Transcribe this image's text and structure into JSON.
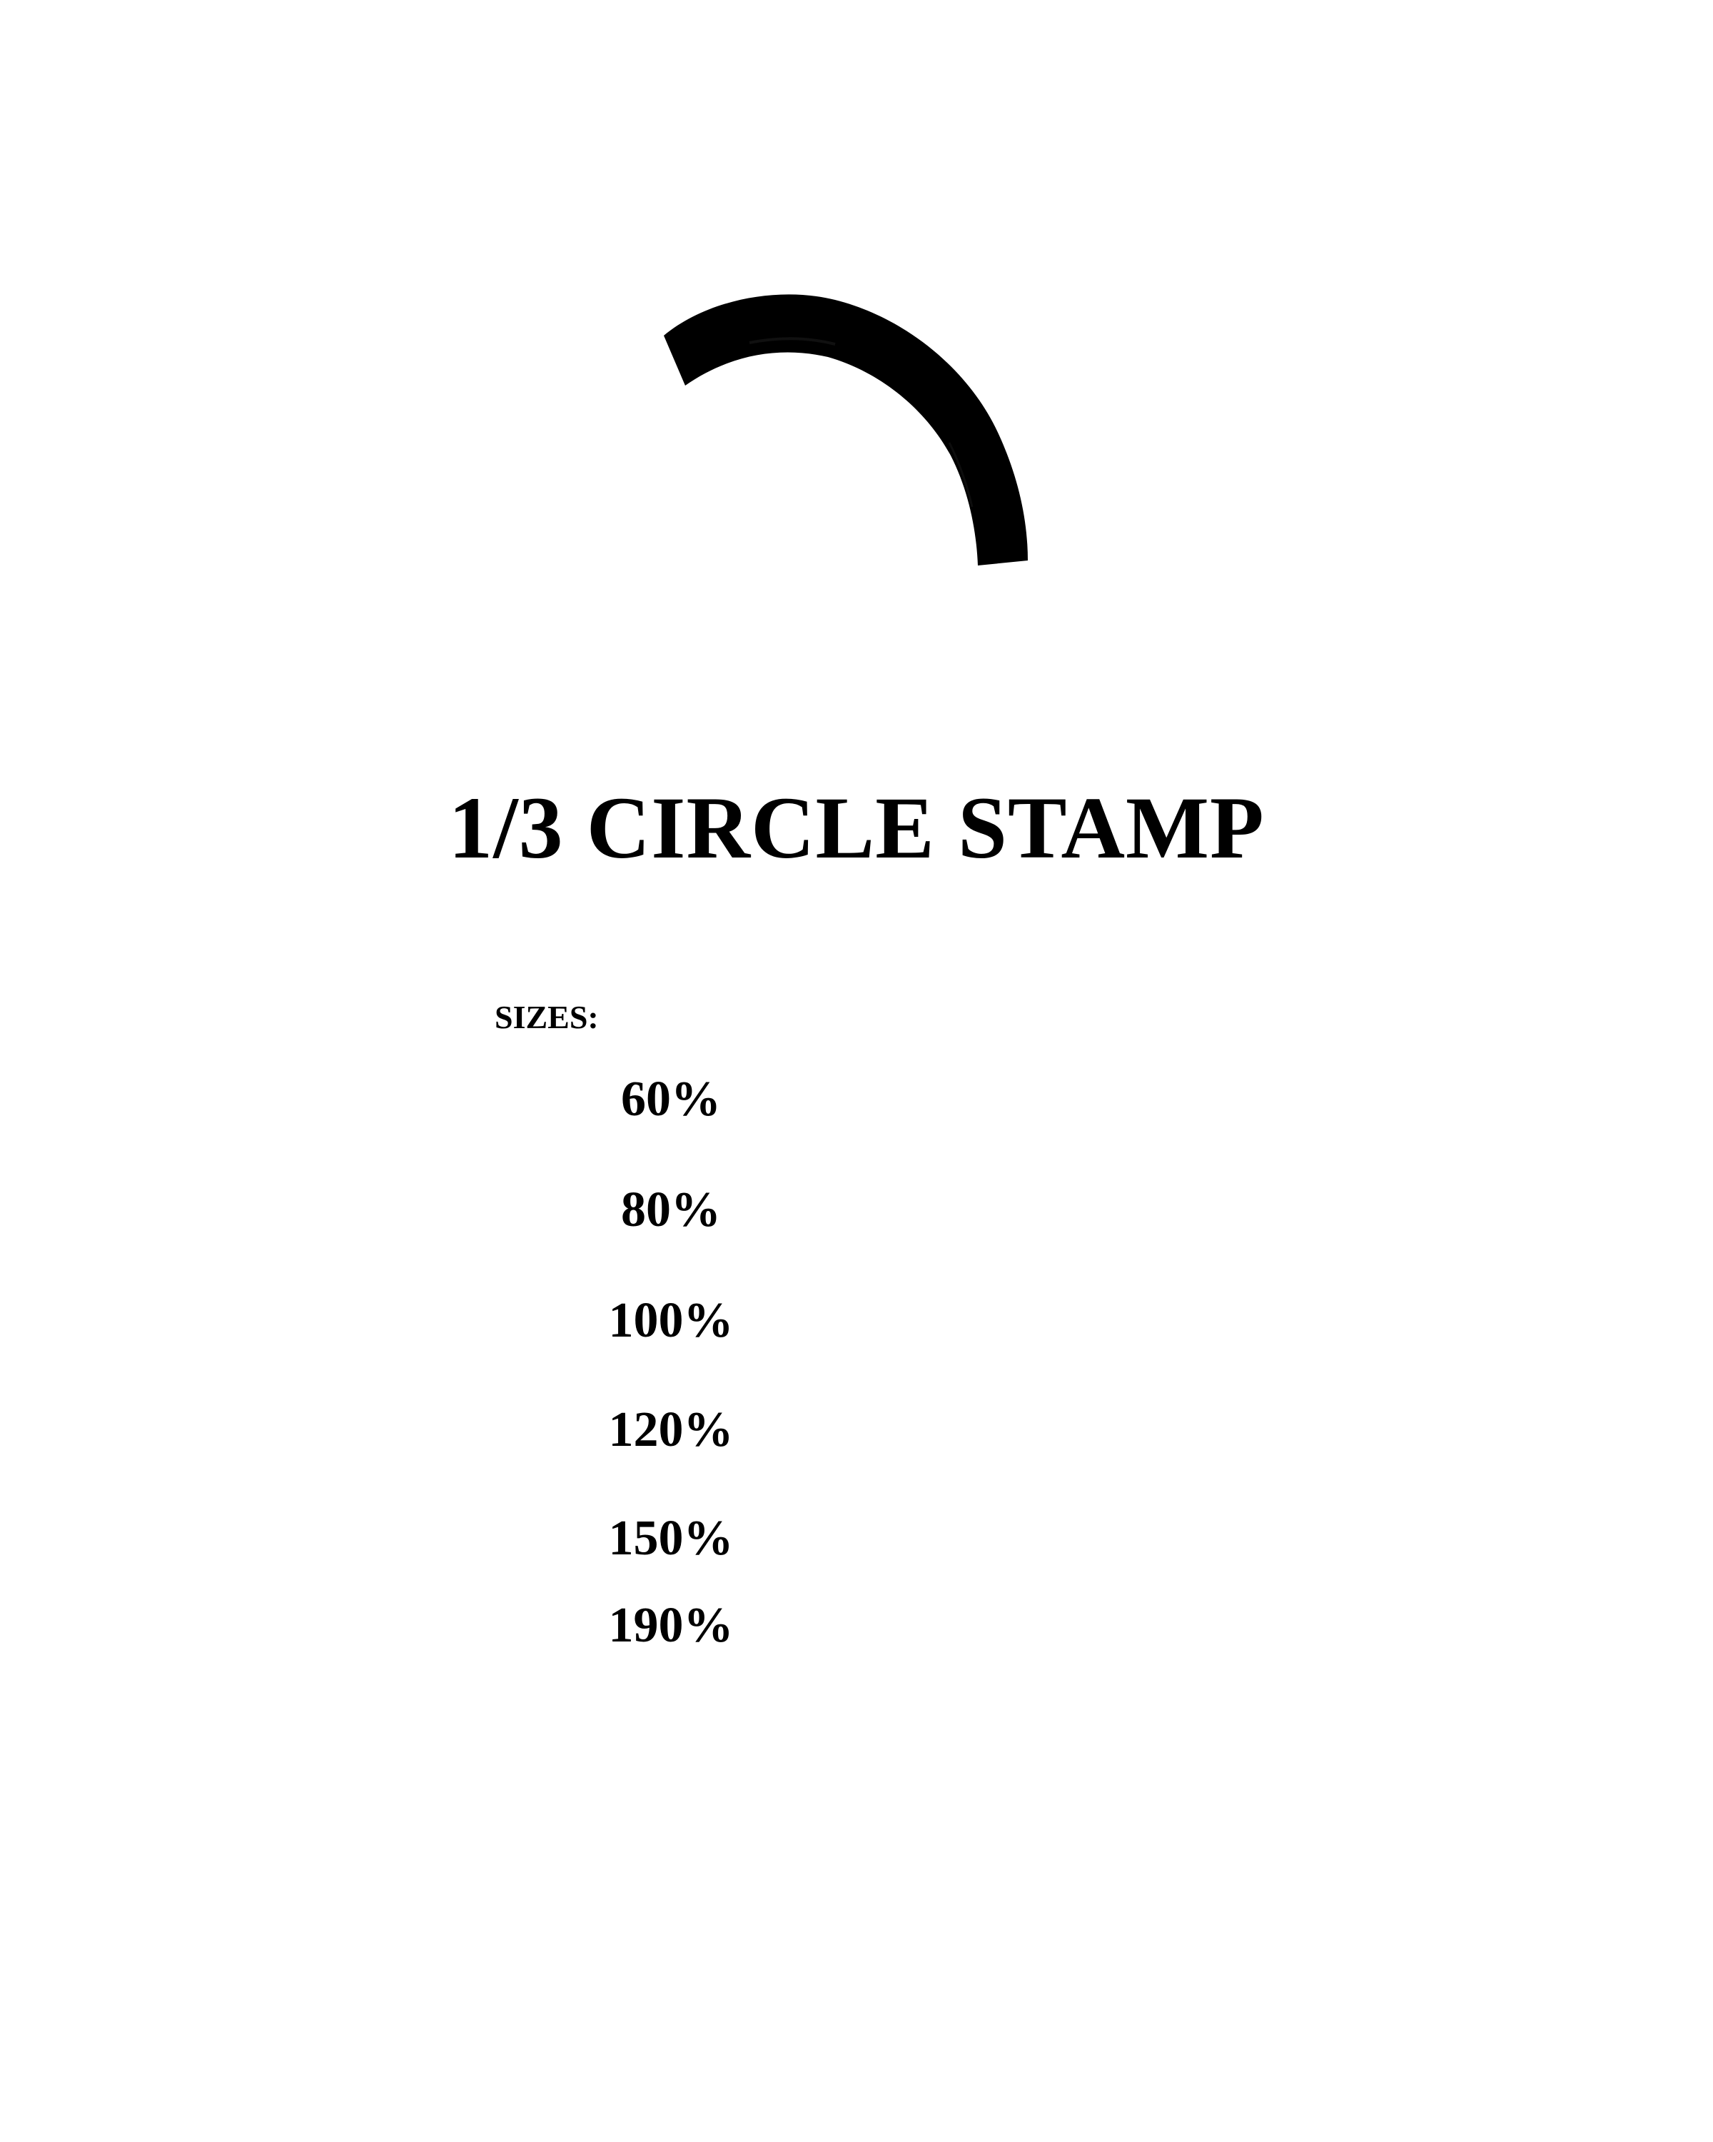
{
  "title": "1/3 CIRCLE STAMP",
  "sizes_label": "SIZES:",
  "sizes": [
    "60%",
    "80%",
    "100%",
    "120%",
    "150%",
    "190%"
  ],
  "stamp": {
    "icon": "one-third-circle-arc-stamp-icon",
    "ink_color": "#000000"
  }
}
